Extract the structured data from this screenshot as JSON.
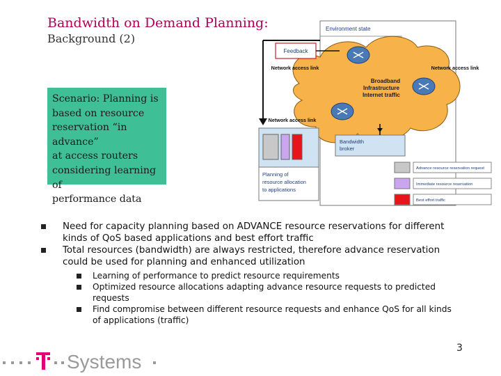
{
  "slide": {
    "title": "Bandwidth on Demand Planning:",
    "subtitle": "Background (2)",
    "page_number": "3"
  },
  "scenario_box": {
    "lines": [
      "Scenario: Planning is",
      "based on resource",
      "reservation “in advance”",
      "at access routers",
      "considering learning of",
      "performance data"
    ],
    "color": "#3fbf95"
  },
  "diagram": {
    "environment_state": "Environment state",
    "feedback": "Feedback",
    "network_access_link": "Network access link",
    "cloud_lines": [
      "Broadband",
      "Infrastructure",
      "Internet traffic"
    ],
    "bandwidth_broker": [
      "Bandwidth",
      "broker"
    ],
    "planning_lines": [
      "Planning of",
      "resource allocation",
      "to applications"
    ],
    "legend": [
      {
        "label": "Advance resource reservation request",
        "color": "#c8c8c8"
      },
      {
        "label": "Immediate resource reservation",
        "color": "#c9a6ee"
      },
      {
        "label": "Best effort traffic",
        "color": "#e8141c"
      }
    ],
    "colors": {
      "cloud": "#f7b24a",
      "panel": "#cfe3f3",
      "router": "#4a7ab5",
      "arrow": "#111111",
      "feedback_border": "#d21b2b"
    }
  },
  "bullets": {
    "main": [
      "Need for capacity planning based on ADVANCE resource reservations for different kinds of QoS based applications and best effort traffic",
      "Total resources (bandwidth) are always restricted, therefore advance reservation could be used for planning and enhanced utilization"
    ],
    "sub": [
      "Learning of performance to predict resource requirements",
      "Optimized resource allocations adapting advance resource requests to predicted requests",
      "Find compromise between different resource requests and enhance QoS for all kinds of applications (traffic)"
    ]
  },
  "brand": {
    "logo_text": "T · · Systems",
    "color": "#e2007a",
    "text_color": "#9a9a9a"
  }
}
